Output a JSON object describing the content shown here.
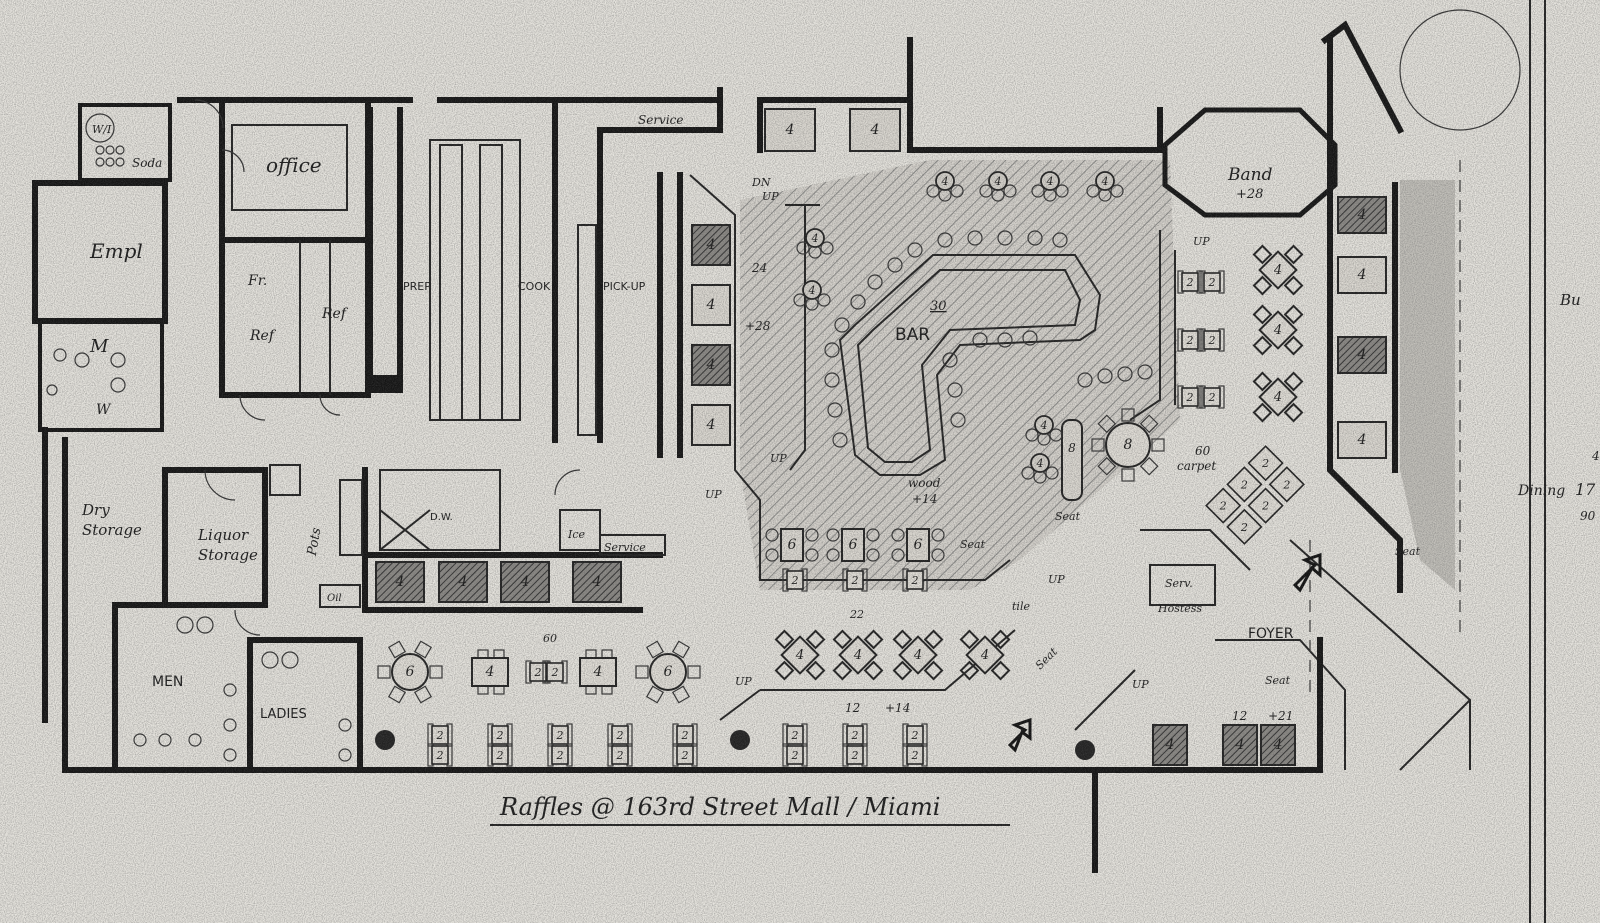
{
  "title": "Raffles @ 163rd Street Mall / Miami",
  "rooms": {
    "walk_in": "W/I",
    "soda": "Soda",
    "office": "office",
    "employee": "Empl",
    "mens_staff": "M",
    "womens_staff": "W",
    "freezer": "Fr.",
    "refrigerator_1": "Ref",
    "refrigerator_2": "Ref",
    "prep": "PREP",
    "cook": "COOK",
    "pick_up": "PICK-UP",
    "service_top": "Service",
    "dry_storage_1": "Dry",
    "dry_storage_2": "Storage",
    "liquor_storage_1": "Liquor",
    "liquor_storage_2": "Storage",
    "pots": "Pots",
    "dish_wash": "D.W.",
    "ice": "Ice",
    "service_bottom": "Service",
    "oil": "Oil",
    "men": "MEN",
    "ladies": "LADIES",
    "bar": "BAR",
    "bar_seats": "30",
    "band": "Band",
    "band_seats": "+28",
    "foyer": "FOYER",
    "hostess": "Hostess",
    "server": "Serv.",
    "tile": "tile"
  },
  "section_counts": {
    "left_raised": "24",
    "left_raised_plus": "+28",
    "wood_floor": "wood",
    "wood_plus": "+14",
    "carpet_count": "60",
    "carpet": "carpet",
    "main_dining": "60",
    "center_dining": "22",
    "window_row": "12",
    "window_row_plus": "+14",
    "foyer_row": "12",
    "foyer_row_plus": "+21"
  },
  "annotations": {
    "up": "UP",
    "dn": "DN",
    "seat": "Seat",
    "dining": "Dining",
    "dining_count": "17",
    "dining_sub": "90",
    "right_margin_top": "Bu",
    "right_margin_num": "4"
  },
  "tables": {
    "kitchen_booths": [
      "4",
      "4",
      "4",
      "4"
    ],
    "left_booths": [
      "4",
      "4",
      "4",
      "4"
    ],
    "top_booths": [
      "4",
      "4"
    ],
    "bar_hightops": [
      "4",
      "4",
      "4",
      "4"
    ],
    "left_hightops": [
      "4",
      "4"
    ],
    "bar_side_booths": [
      "6",
      "6",
      "6"
    ],
    "bar_side_two_tops": [
      "2",
      "2",
      "2"
    ],
    "main_row": [
      "6",
      "4",
      "2",
      "2",
      "4",
      "6"
    ],
    "diamond_fours_center": [
      "4",
      "4",
      "4",
      "4"
    ],
    "window_two_tops": [
      [
        "2",
        "2"
      ],
      [
        "2",
        "2"
      ],
      [
        "2",
        "2"
      ],
      [
        "2",
        "2"
      ],
      [
        "2",
        "2"
      ],
      [
        "2",
        "2"
      ],
      [
        "2",
        "2"
      ],
      [
        "2",
        "2"
      ]
    ],
    "right_two_tops": [
      [
        "2",
        "2"
      ],
      [
        "2",
        "2"
      ],
      [
        "2",
        "2"
      ]
    ],
    "diamond_fours_right": [
      "4",
      "4",
      "4"
    ],
    "right_booths": [
      "4",
      "4",
      "4",
      "4"
    ],
    "carpet_grid": [
      "2",
      "2",
      "2",
      "2",
      "2",
      "2"
    ],
    "round_eight": "8",
    "round_eight_side": "8",
    "small_rounds": [
      "4",
      "4"
    ],
    "foyer_booths": [
      "4",
      "4",
      "4"
    ]
  }
}
